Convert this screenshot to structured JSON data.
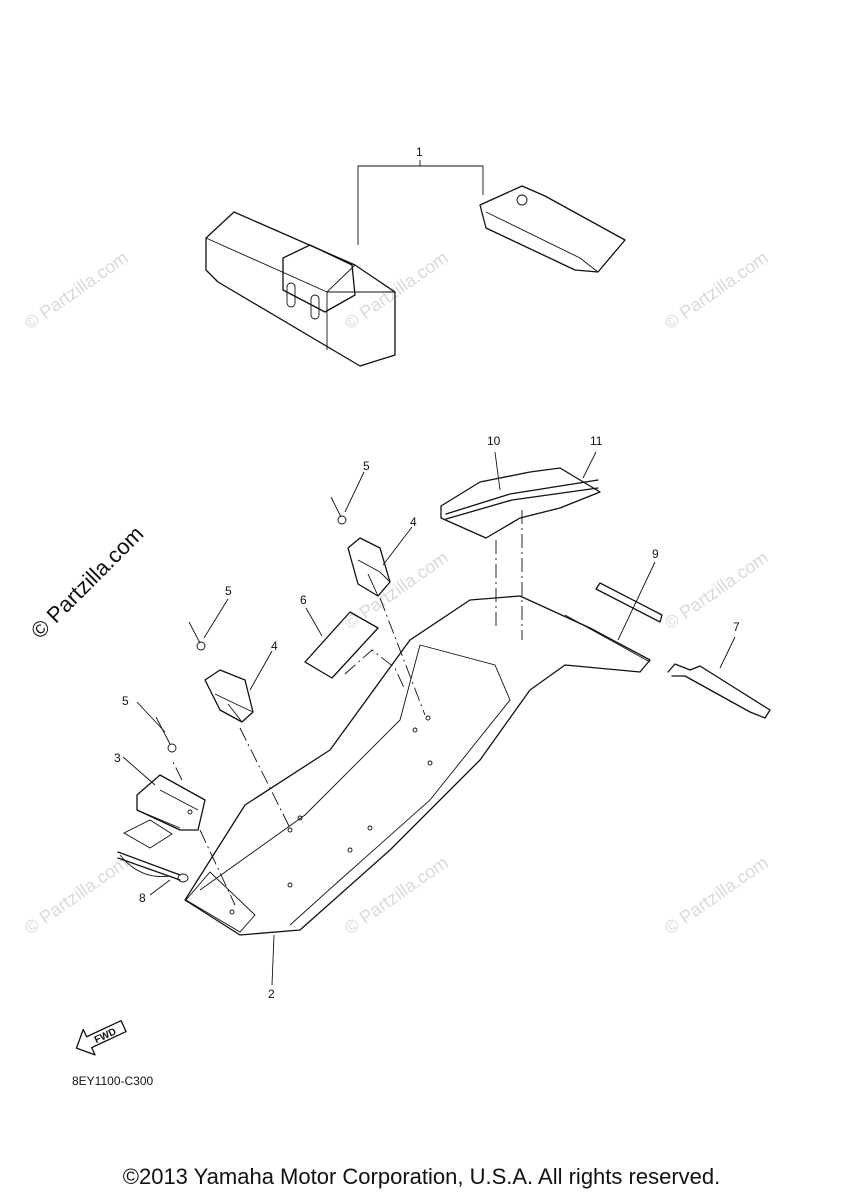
{
  "watermark": {
    "text": "© Partzilla.com"
  },
  "callouts": [
    "1",
    "2",
    "3",
    "4",
    "4",
    "5",
    "5",
    "5",
    "6",
    "7",
    "8",
    "9",
    "10",
    "11"
  ],
  "fwd_label": "FWD",
  "diagram_code": "8EY1100-C300",
  "copyright": "©2013 Yamaha Motor Corporation, U.S.A. All rights reserved."
}
